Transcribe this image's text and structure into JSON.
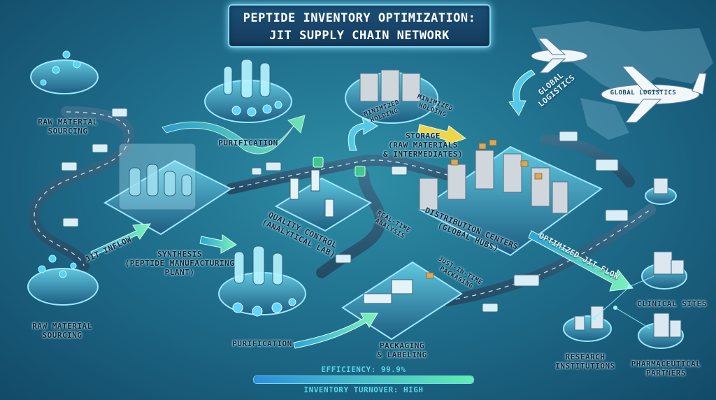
{
  "title": {
    "line1": "PEPTIDE INVENTORY OPTIMIZATION:",
    "line2": "JIT SUPPLY CHAIN NETWORK"
  },
  "nodes": {
    "raw_material_top": "RAW MATERIAL\nSOURCING",
    "raw_material_bottom": "RAW MATERIAL\nSOURCING",
    "purification_top": "PURIFICATION",
    "purification_bottom": "PURIFICATION",
    "synthesis": "SYNTHESIS\n(PEPTIDE MANUFACTURING\nPLANT)",
    "quality_control": "QUALITY CONTROL\n(ANALYTICAL LAB)",
    "real_time": "REAL-TIME\nANALYSIS",
    "storage": "STORAGE\n(RAW MATERIALS\n& INTERMEDIATES)",
    "minimized_left": "MINIMIZED\nHOLDING",
    "minimized_right": "MINIMIZED\nHOLDING",
    "distribution": "DISTRIBUTION CENTERS\n(GLOBAL HUBS)",
    "packaging": "PACKAGING\n& LABELING",
    "jit_packaging": "JUST-IN-TIME\nPACKAGING",
    "global_logistics": "GLOBAL\nLOGISTICS",
    "plane_text": "GLOBAL LOGISTICS",
    "jit_inflow": "JIT INFLOW",
    "optimized_flow": "OPTIMIZED JIT FLOW",
    "clinical": "CLINICAL SITES",
    "research": "RESEARCH\nINSTITUTIONS",
    "pharma": "PHARMACEUTICAL\nPARTNERS"
  },
  "metrics": {
    "efficiency_label": "EFFICIENCY: 99.9%",
    "efficiency_value": 0.999,
    "turnover_label": "INVENTORY TURNOVER: HIGH"
  },
  "colors": {
    "background": "#1f6f8d",
    "flow_arrow": "#5ef0b0",
    "accent": "#7fd5ef",
    "title_bg": "#143b5c"
  }
}
